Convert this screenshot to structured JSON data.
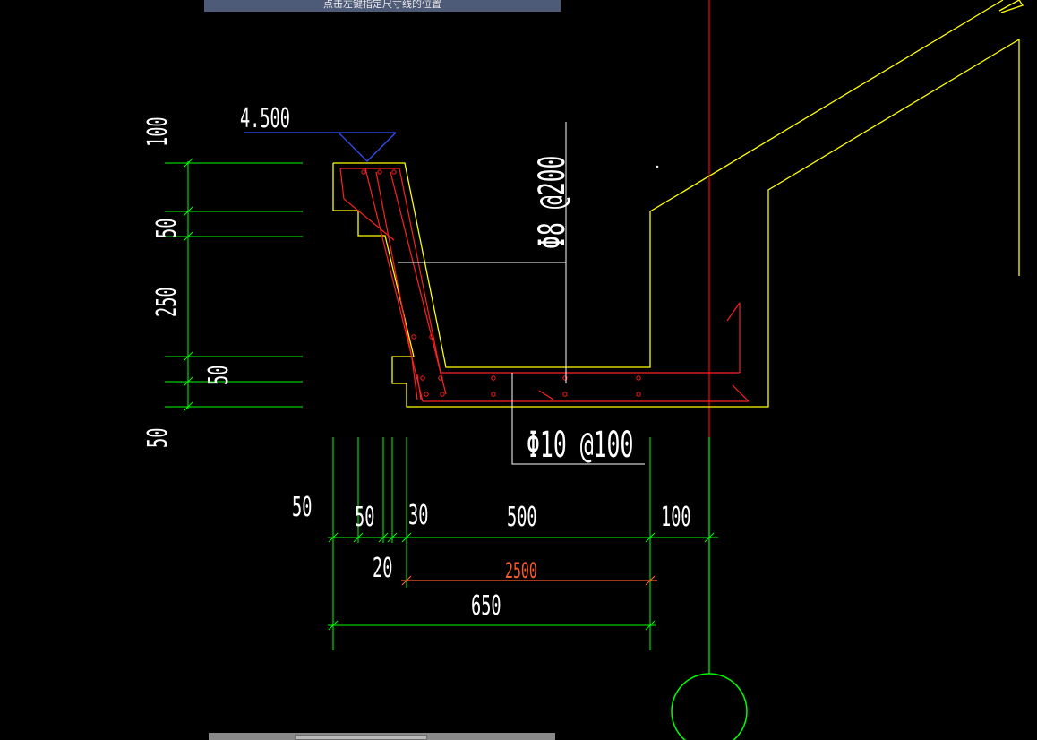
{
  "banner": {
    "caption": "点击左键指定尺寸线的位置"
  },
  "drawing": {
    "elevation": "4.500",
    "rebar_vertical": "Φ8 @200",
    "rebar_bottom": "Φ10 @100",
    "dims_vertical": [
      "100",
      "50",
      "250",
      "50",
      "50"
    ],
    "dims_horizontal_top": [
      "50",
      "50",
      "30",
      "500",
      "100"
    ],
    "dim_20": "20",
    "dim_2500": "2500",
    "dim_650": "650"
  },
  "colors": {
    "background": "#000000",
    "dimension_green": "#00ff00",
    "section_yellow": "#ffff00",
    "rebar_red": "#ff2020",
    "axis_red": "#ff0000",
    "text_white": "#ffffff",
    "elevation_blue": "#3050ff",
    "dim_orange": "#ff5a28"
  }
}
